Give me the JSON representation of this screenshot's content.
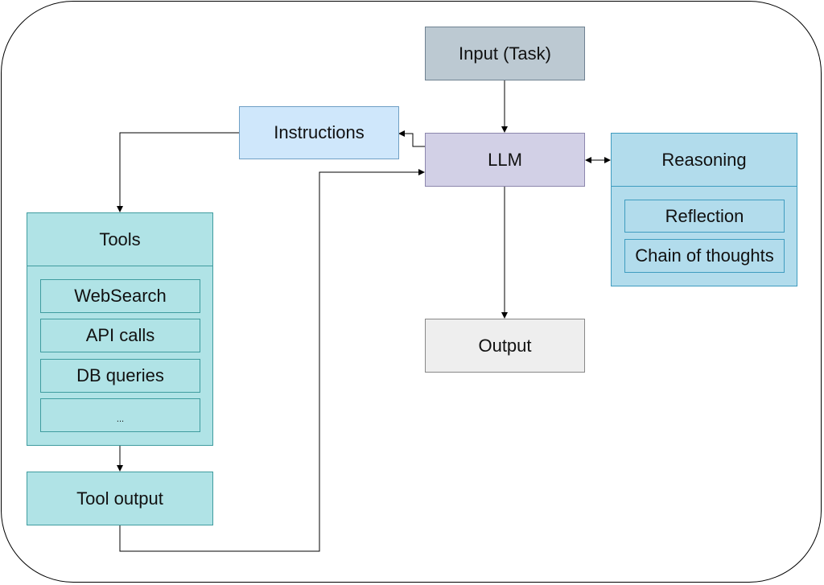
{
  "colors": {
    "input_fill": "#bcc9d2",
    "input_border": "#6f8191",
    "instructions_fill": "#cfe7fb",
    "instructions_border": "#6f9fc4",
    "llm_fill": "#d2d0e6",
    "llm_border": "#8c86ad",
    "reasoning_fill": "#b2dcec",
    "reasoning_border": "#3f9cbf",
    "tools_fill": "#b0e3e6",
    "tools_border": "#3f9c9f",
    "output_fill": "#eeeeee",
    "output_border": "#888888"
  },
  "nodes": {
    "input": "Input (Task)",
    "llm": "LLM",
    "instructions": "Instructions",
    "output": "Output",
    "tool_output": "Tool output"
  },
  "reasoning": {
    "title": "Reasoning",
    "items": [
      "Reflection",
      "Chain of thoughts"
    ]
  },
  "tools": {
    "title": "Tools",
    "items": [
      "WebSearch",
      "API calls",
      "DB queries",
      "..."
    ]
  },
  "edges": [
    {
      "from": "input",
      "to": "llm",
      "type": "arrow"
    },
    {
      "from": "llm",
      "to": "instructions",
      "type": "arrow"
    },
    {
      "from": "instructions",
      "to": "tools",
      "type": "arrow"
    },
    {
      "from": "tools",
      "to": "tool_output",
      "type": "arrow"
    },
    {
      "from": "tool_output",
      "to": "llm",
      "type": "arrow"
    },
    {
      "from": "llm",
      "to": "reasoning",
      "type": "bidirectional"
    },
    {
      "from": "llm",
      "to": "output",
      "type": "arrow"
    }
  ]
}
